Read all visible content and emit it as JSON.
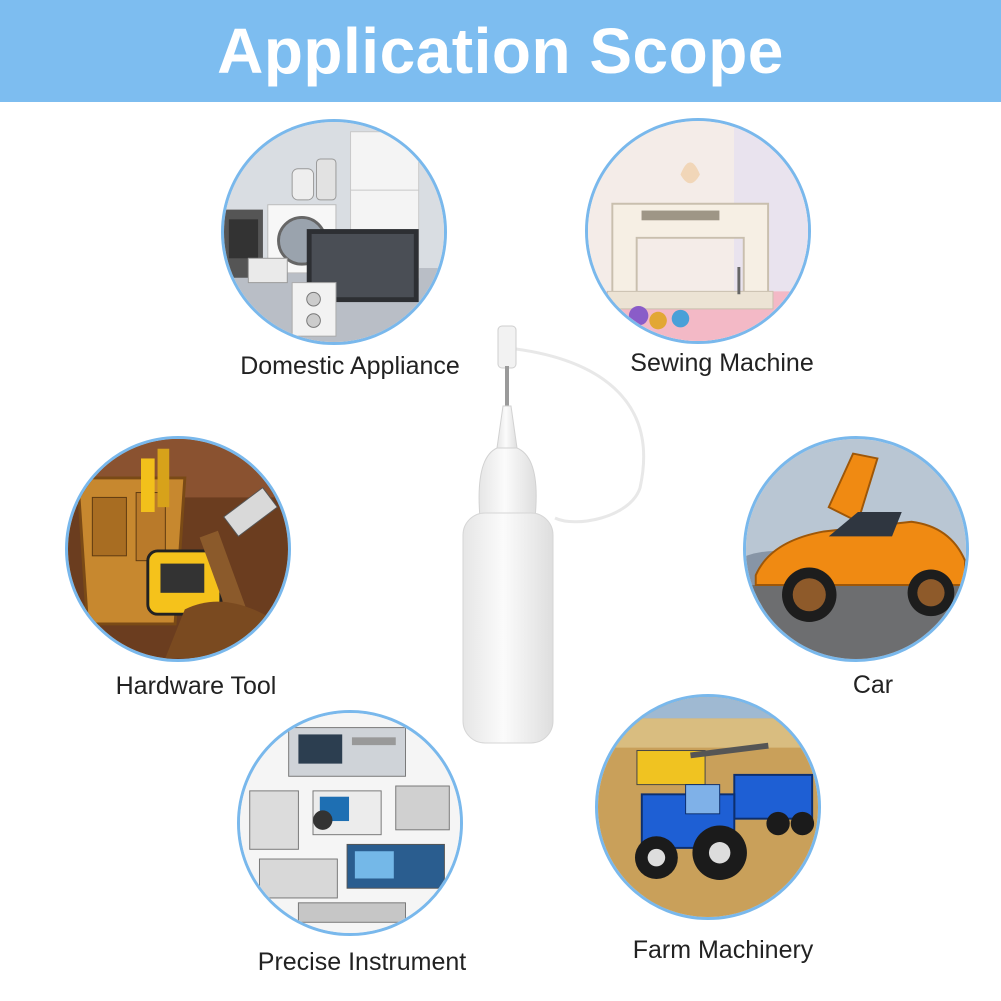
{
  "banner": {
    "title": "Application Scope",
    "color": "#7dbdf0"
  },
  "applications": [
    {
      "label": "Domestic Appliance",
      "icon": "appliances-icon"
    },
    {
      "label": "Sewing Machine",
      "icon": "sewing-machine-icon"
    },
    {
      "label": "Hardware Tool",
      "icon": "tools-icon"
    },
    {
      "label": "Car",
      "icon": "car-icon"
    },
    {
      "label": "Precise Instrument",
      "icon": "instrument-icon"
    },
    {
      "label": "Farm Machinery",
      "icon": "tractor-icon"
    }
  ],
  "product": {
    "icon": "oil-bottle-icon"
  },
  "colors": {
    "circle_border": "#79b8ec",
    "car_body": "#f08a12",
    "tractor_body": "#1e5fd4",
    "field": "#c9a05a"
  }
}
